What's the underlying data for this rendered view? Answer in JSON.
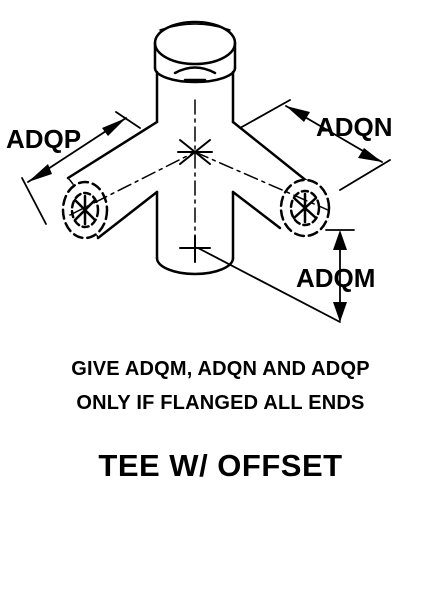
{
  "labels": {
    "dim_p": "ADQP",
    "dim_n": "ADQN",
    "dim_m": "ADQM"
  },
  "note": {
    "line1": "GIVE ADQM, ADQN AND ADQP",
    "line2": "ONLY IF FLANGED ALL ENDS"
  },
  "title": "TEE W/ OFFSET"
}
